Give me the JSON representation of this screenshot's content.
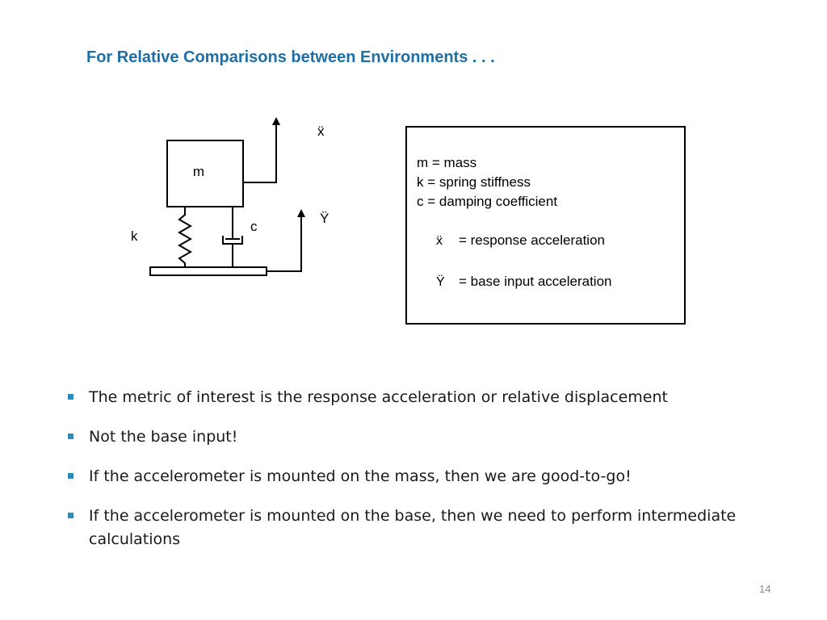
{
  "slide": {
    "title": "For Relative Comparisons between Environments . . .",
    "page_number": "14"
  },
  "diagram": {
    "mass_label": "m",
    "spring_label": "k",
    "damper_label": "c",
    "response_symbol": "ẍ",
    "base_symbol": "Ÿ"
  },
  "legend": {
    "lines": [
      "m = mass",
      "k  = spring stiffness",
      "c  = damping coefficient"
    ],
    "response": {
      "symbol": "ẍ",
      "definition": "= response acceleration"
    },
    "base": {
      "symbol": "Ÿ",
      "definition": "= base input acceleration"
    }
  },
  "bullets": [
    "The metric of interest is the response acceleration or relative displacement",
    "Not the base input!",
    "If the accelerometer is mounted on the mass, then we are good-to-go!",
    "If the accelerometer is mounted on the base, then we need to perform intermediate calculations"
  ]
}
